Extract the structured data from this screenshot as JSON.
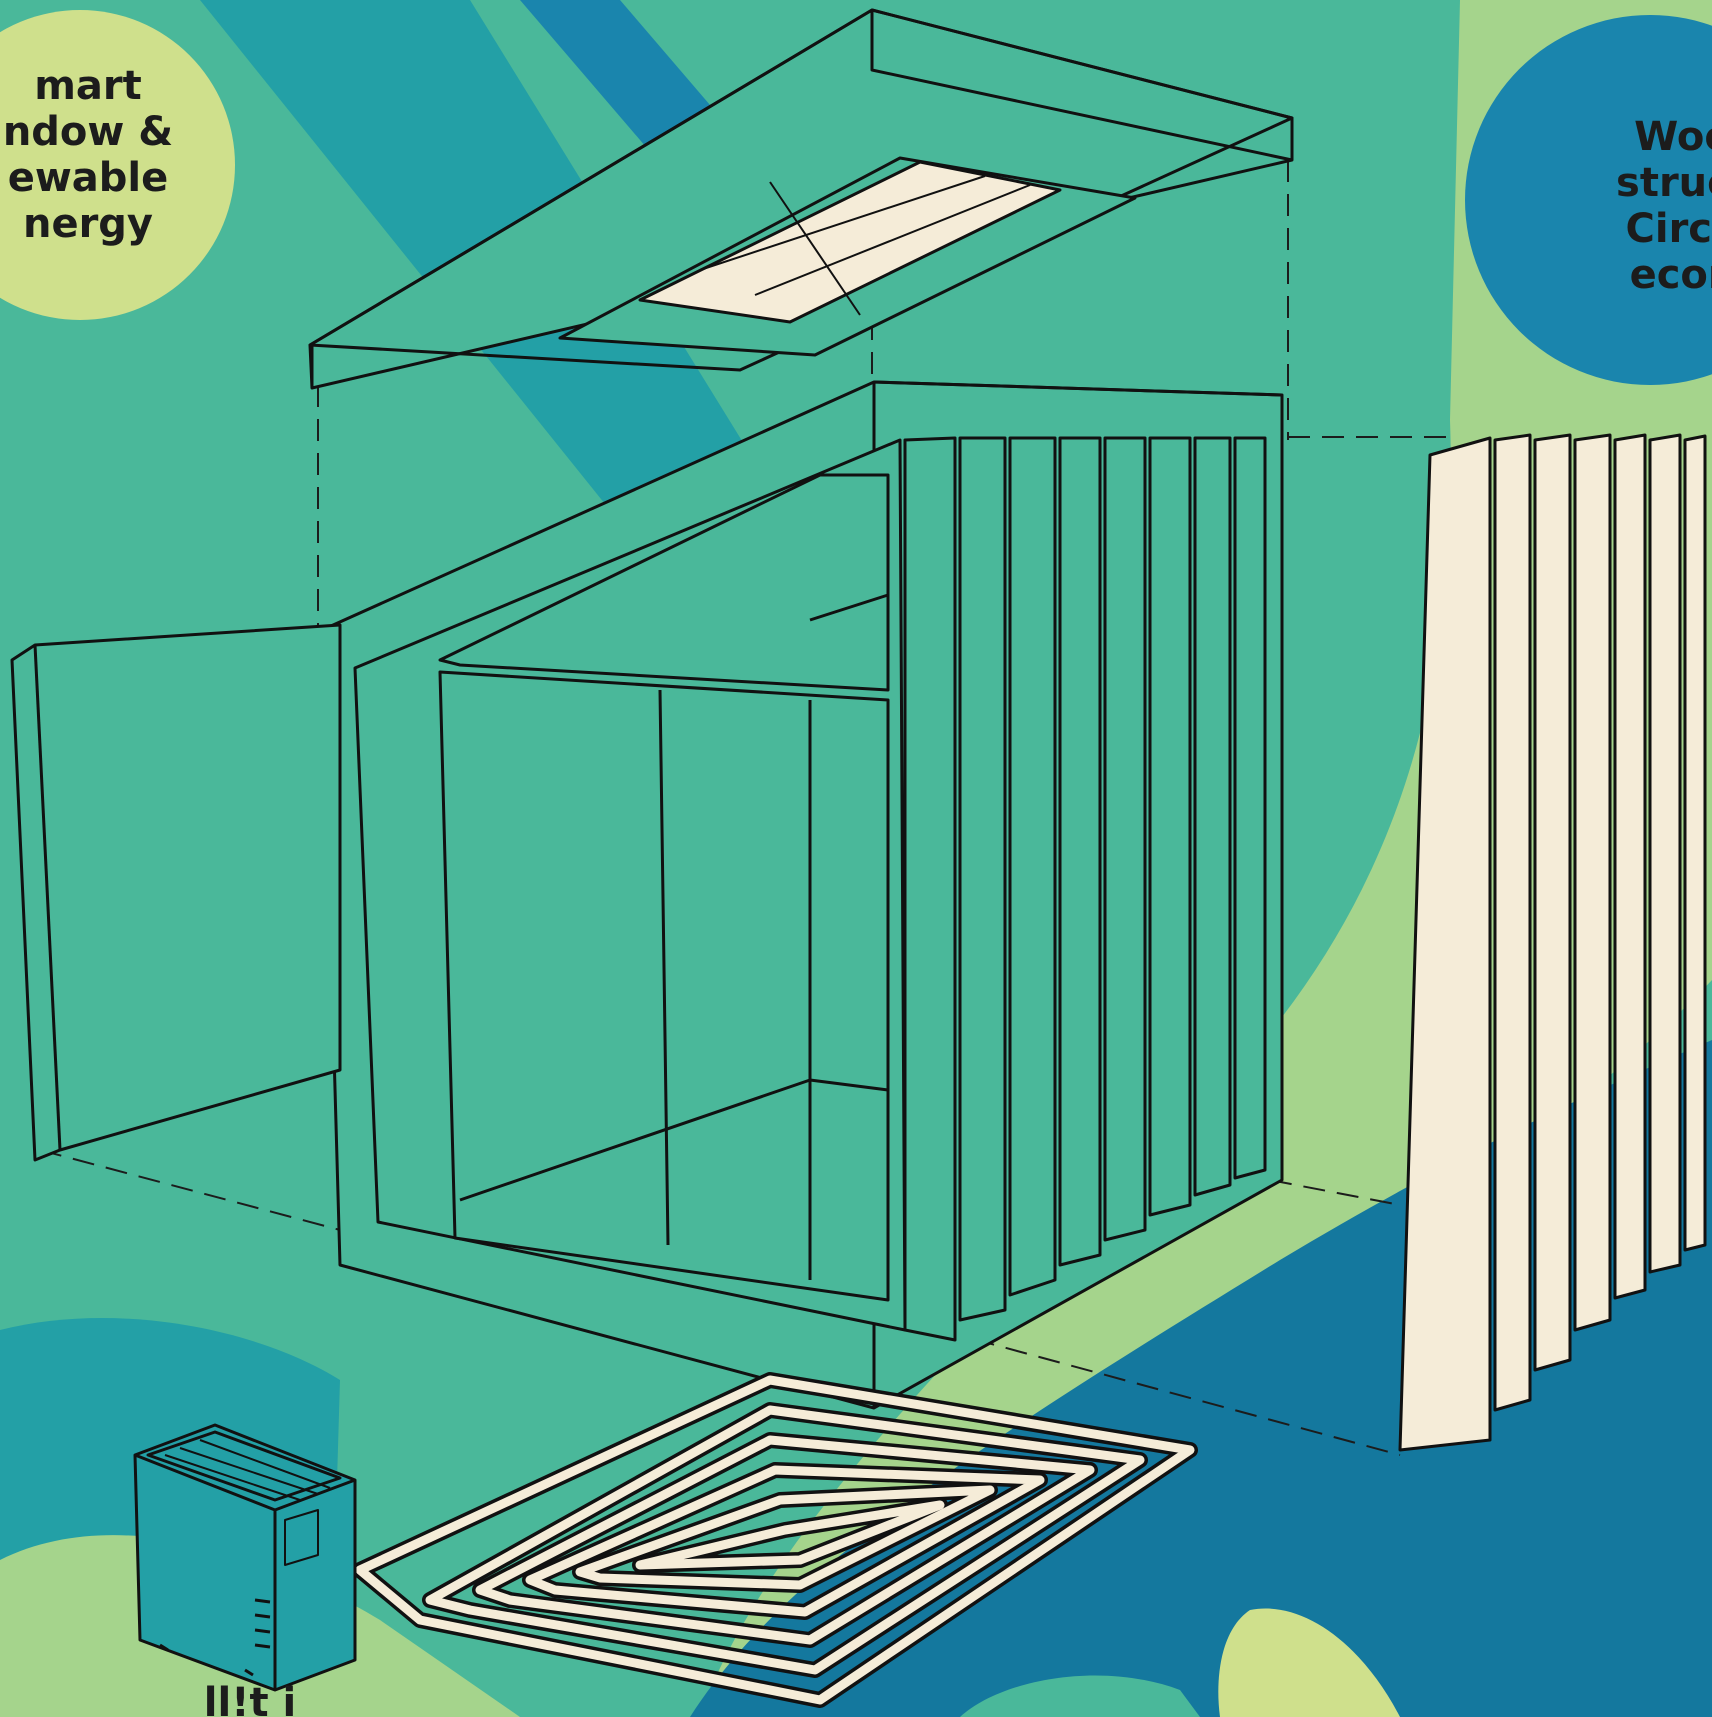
{
  "labels": {
    "left": [
      "mart",
      "ndow &",
      "ewable",
      "nergy"
    ],
    "right": [
      "Woo",
      "struct",
      "Circu",
      "econ"
    ],
    "bottom": [
      "ll!t  i"
    ]
  },
  "colors": {
    "background": "#4ab89a",
    "teal_band": "#23a0a6",
    "blue_band": "#1a85ad",
    "deep_blue": "#14789e",
    "light_green": "#a5d48c",
    "pale_green": "#cfe08c",
    "cream": "#f5ecd8",
    "outline": "#111111"
  }
}
